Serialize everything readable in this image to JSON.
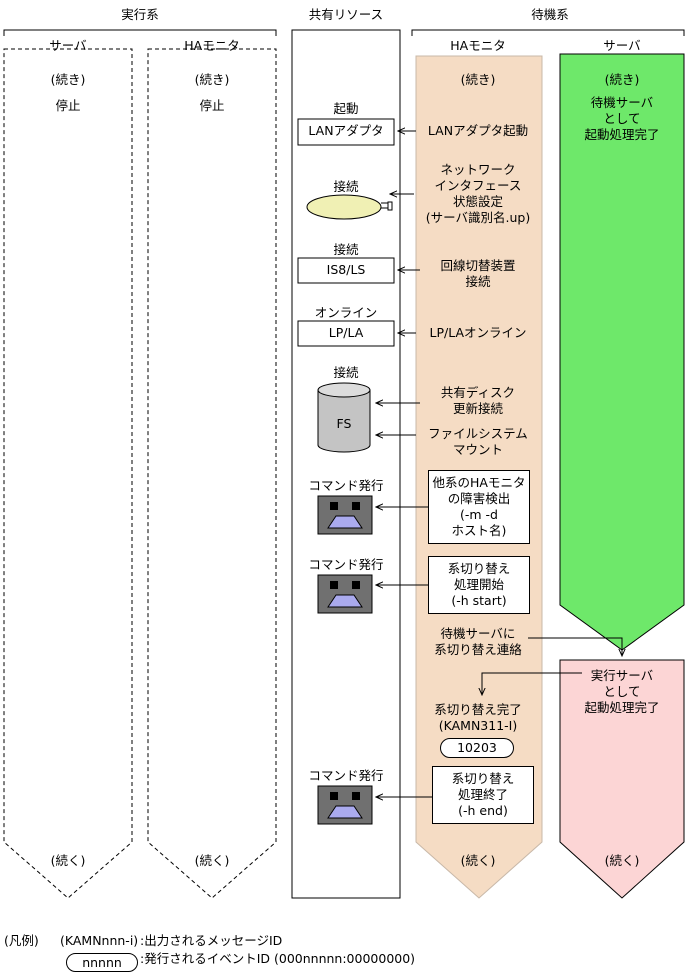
{
  "headers": {
    "active_system": "実行系",
    "shared_resources": "共有リソース",
    "standby_system": "待機系"
  },
  "columns": {
    "active_server": "サーバ",
    "active_ha_monitor": "HAモニタ",
    "standby_ha_monitor": "HAモニタ",
    "standby_server": "サーバ"
  },
  "continued_top": "(続き)",
  "continued_bottom": "(続く)",
  "active_server_status": "停止",
  "active_ha_status": "停止",
  "standby_server_texts": {
    "standby_complete": "待機サーバ\nとして\n起動処理完了",
    "active_complete": "実行サーバ\nとして\n起動処理完了"
  },
  "resources": [
    {
      "status": "起動",
      "name": "LANアダプタ",
      "kind": "box"
    },
    {
      "status": "接続",
      "name": "",
      "kind": "nic"
    },
    {
      "status": "接続",
      "name": "IS8/LS",
      "kind": "box"
    },
    {
      "status": "オンライン",
      "name": "LP/LA",
      "kind": "box"
    },
    {
      "status": "接続",
      "name": "FS",
      "kind": "disk"
    },
    {
      "status": "コマンド発行",
      "name": "",
      "kind": "terminal"
    },
    {
      "status": "コマンド発行",
      "name": "",
      "kind": "terminal"
    },
    {
      "status": "コマンド発行",
      "name": "",
      "kind": "terminal"
    }
  ],
  "ha_steps": [
    "LANアダプタ起動",
    "ネットワーク\nインタフェース\n状態設定\n(サーバ識別名.up)",
    "回線切替装置\n接続",
    "LP/LAオンライン",
    "共有ディスク\n更新接続",
    "ファイルシステム\nマウント",
    "他系のHAモニタ\nの障害検出\n(-m -d\nホスト名)",
    "系切り替え\n処理開始\n(-h start)",
    "待機サーバに\n系切り替え連絡",
    "系切り替え完了\n(KAMN311-I)",
    "系切り替え\n処理終了\n(-h end)"
  ],
  "event_id": "10203",
  "legend": {
    "label": "(凡例)",
    "message_sample": "(KAMNnnn-i)",
    "message_desc": ":出力されるメッセージID",
    "event_sample": "nnnnn",
    "event_desc": ":発行されるイベントID (000nnnnn:00000000)"
  },
  "colors": {
    "standby_ha_fill": "#f5dcc4",
    "standby_server_fill": "#6ee86a",
    "active_server_fill": "#fcd5d5",
    "nic_fill": "#f0f0b4",
    "disk_fill": "#c4c4c4",
    "terminal_fill": "#707070",
    "terminal_screen": "#aaaaee"
  }
}
